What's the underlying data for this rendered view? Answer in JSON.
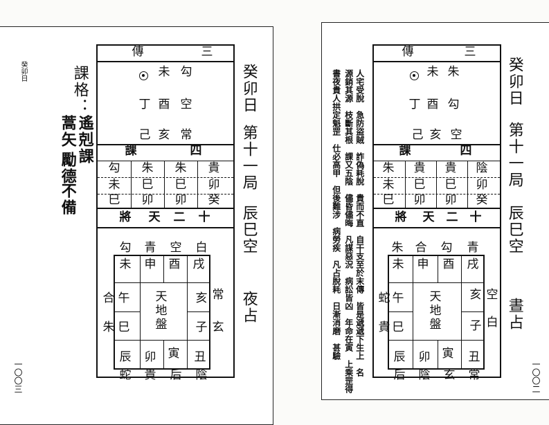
{
  "left_page": {
    "header": "癸卯日",
    "page_number": "一〇〇三",
    "side": {
      "title": "課格：",
      "lines": [
        "遙剋課",
        "蒿矢",
        "勵德",
        "不備"
      ]
    },
    "right_title": {
      "col1": "癸卯日",
      "col2": "第十一局",
      "col3": "辰巳空",
      "col4": "夜占"
    },
    "chuan": {
      "label_left": "傳",
      "label_right": "三",
      "rows": [
        {
          "a": "",
          "b": "未",
          "c": "勾"
        },
        {
          "a": "丁",
          "b": "酉",
          "c": "空"
        },
        {
          "a": "己",
          "b": "亥",
          "c": "常"
        }
      ]
    },
    "ke": {
      "label_left": "課",
      "label_right": "四",
      "row1": [
        "勾",
        "朱",
        "朱",
        "貴"
      ],
      "row2": [
        "未",
        "巳",
        "巳",
        "卯"
      ],
      "row3": [
        "巳",
        "卯",
        "卯",
        "癸"
      ]
    },
    "jiang": {
      "text": [
        "將",
        "天",
        "二",
        "十"
      ]
    },
    "plate": {
      "top_gods": [
        "勾",
        "青",
        "空",
        "白"
      ],
      "top_branches": [
        "未",
        "申",
        "酉",
        "戌"
      ],
      "left_gods": [
        "合",
        "朱"
      ],
      "left_branches": [
        "午",
        "巳"
      ],
      "right_branches": [
        "亥",
        "子"
      ],
      "right_gods": [
        "常",
        "玄"
      ],
      "bottom_branches": [
        "辰",
        "卯",
        "寅",
        "丑"
      ],
      "bottom_gods": [
        "蛇",
        "貴",
        "后",
        "陰"
      ],
      "center": [
        "天",
        "地",
        "盤"
      ]
    }
  },
  "right_page": {
    "page_number": "一〇〇二",
    "notes": [
      "人宅受脫　急防盜賊　詐偽耗脫　貴而不直　自干支至於末傳　皆是遞遞下生上　名",
      "源銷其源　枝斷其根　課又五陰　儘昏儘晦　凡謀惡況　病訟皆凶　年命在寅　上乘罡得",
      "書夜貴人拱定魁罡　仕必高甲　但後難涉　病勞疾　凡占脫耗　日漸消磨　甚驗"
    ],
    "right_title": {
      "col1": "癸卯日",
      "col2": "第十一局",
      "col3": "辰巳空",
      "col4": "晝占"
    },
    "chuan": {
      "label_left": "傳",
      "label_right": "三",
      "rows": [
        {
          "a": "",
          "b": "未",
          "c": "朱"
        },
        {
          "a": "丁",
          "b": "酉",
          "c": "勾"
        },
        {
          "a": "己",
          "b": "亥",
          "c": "空"
        }
      ]
    },
    "ke": {
      "label_left": "課",
      "label_right": "四",
      "row1": [
        "朱",
        "貴",
        "貴",
        "陰"
      ],
      "row2": [
        "未",
        "巳",
        "巳",
        "卯"
      ],
      "row3": [
        "巳",
        "卯",
        "卯",
        "癸"
      ]
    },
    "jiang": {
      "text": [
        "將",
        "天",
        "二",
        "十"
      ]
    },
    "plate": {
      "top_gods": [
        "朱",
        "合",
        "勾",
        "青"
      ],
      "top_branches": [
        "未",
        "申",
        "酉",
        "戌"
      ],
      "left_gods": [
        "蛇",
        "貴"
      ],
      "left_branches": [
        "午",
        "巳"
      ],
      "right_branches": [
        "亥",
        "子"
      ],
      "right_gods": [
        "空",
        "白"
      ],
      "bottom_branches": [
        "辰",
        "卯",
        "寅",
        "丑"
      ],
      "bottom_gods": [
        "后",
        "陰",
        "玄",
        "常"
      ],
      "center": [
        "天",
        "地",
        "盤"
      ]
    }
  }
}
